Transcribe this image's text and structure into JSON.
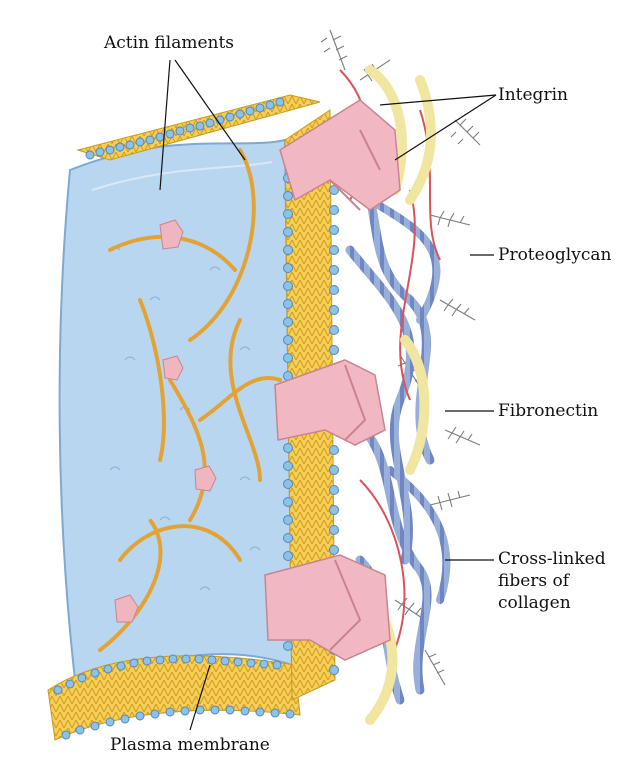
{
  "labels": {
    "actin": "Actin filaments",
    "integrin": "Integrin",
    "proteoglycan": "Proteoglycan",
    "fibronectin": "Fibronectin",
    "collagen_line1": "Cross-linked",
    "collagen_line2": "fibers of",
    "collagen_line3": "collagen",
    "plasma_membrane": "Plasma membrane"
  },
  "colors": {
    "cytoplasm": "#b7d3ee",
    "lipid_head": "#8dc2e6",
    "lipid_tail": "#f2c230",
    "integrin": "#f2b8c2",
    "actin": "#e2a334",
    "collagen": "#7f97c9",
    "fibronectin": "#f1e6a0",
    "proteoglycan": "#8a8a8a",
    "red_fiber": "#d9535a"
  }
}
